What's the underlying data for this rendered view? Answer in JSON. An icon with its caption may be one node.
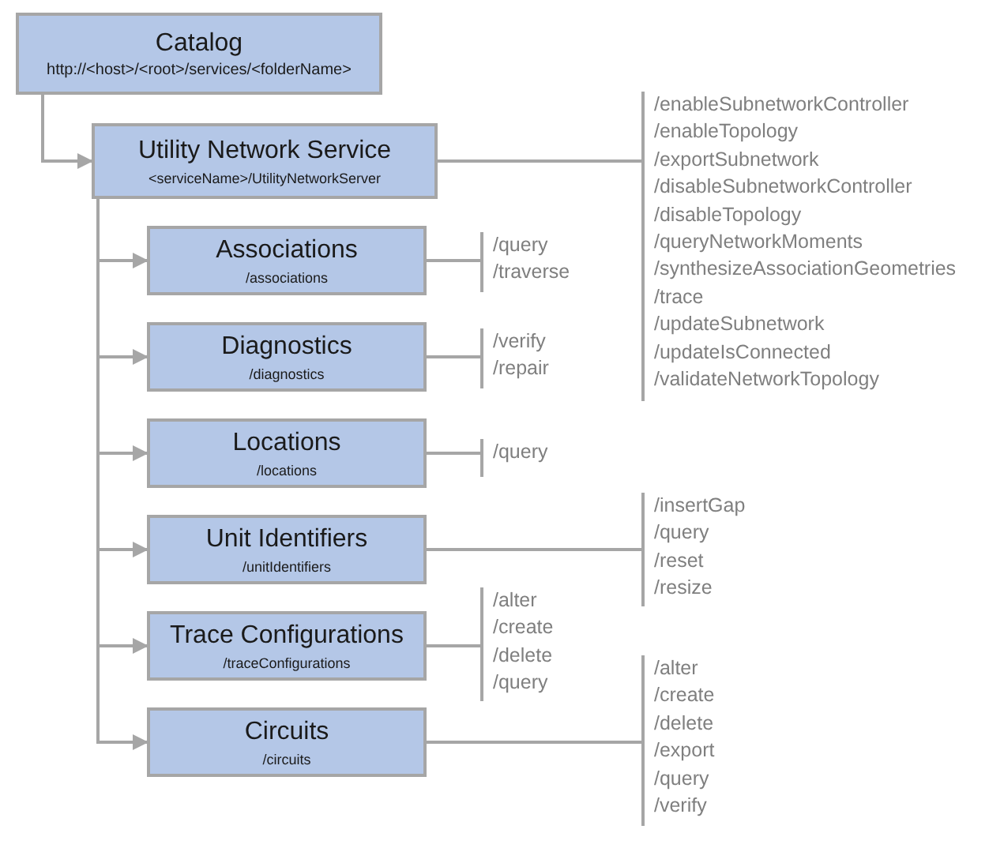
{
  "diagram": {
    "nodes": [
      {
        "text": [
          "Catalog",
          "http://<host>/<root>/services/<folderName>"
        ]
      },
      {
        "text": [
          "Utility Network Service",
          "<serviceName>/UtilityNetworkServer"
        ]
      },
      {
        "text": [
          "Associations",
          "/associations"
        ]
      },
      {
        "text": [
          "Diagnostics",
          "/diagnostics"
        ]
      },
      {
        "text": [
          "Locations",
          "/locations"
        ]
      },
      {
        "text": [
          "Unit Identifiers",
          "/unitIdentifiers"
        ]
      },
      {
        "text": [
          "Trace Configurations",
          "/traceConfigurations"
        ]
      },
      {
        "text": [
          "Circuits",
          "/circuits"
        ]
      },
      {
        "text": [
          "/enableSubnetworkController",
          "/enableTopology",
          "/exportSubnetwork",
          "/disableSubnetworkController",
          "/disableTopology",
          "/queryNetworkMoments",
          "/synthesizeAssociationGeometries",
          "/trace",
          "/updateSubnetwork",
          "/updateIsConnected",
          "/validateNetworkTopology"
        ]
      },
      {
        "text": [
          "/query",
          "/traverse"
        ]
      },
      {
        "text": [
          "/verify",
          "/repair"
        ]
      },
      {
        "text": [
          "/query"
        ]
      },
      {
        "text": [
          "/insertGap",
          "/query",
          "/reset",
          "/resize"
        ]
      },
      {
        "text": [
          "/alter",
          "/create",
          "/delete",
          "/query"
        ]
      },
      {
        "text": [
          "/alter",
          "/create",
          "/delete",
          "/export",
          "/query",
          "/verify"
        ]
      }
    ],
    "edges": [
      {
        "from": 0,
        "to": 1,
        "arrow": "to"
      },
      {
        "from": 1,
        "to": 2,
        "arrow": "to"
      },
      {
        "from": 1,
        "to": 3,
        "arrow": "to"
      },
      {
        "from": 1,
        "to": 4,
        "arrow": "to"
      },
      {
        "from": 1,
        "to": 5,
        "arrow": "to"
      },
      {
        "from": 1,
        "to": 6,
        "arrow": "to"
      },
      {
        "from": 1,
        "to": 7,
        "arrow": "to"
      },
      {
        "from": 1,
        "to": 8,
        "arrow": "none"
      },
      {
        "from": 2,
        "to": 9,
        "arrow": "none"
      },
      {
        "from": 3,
        "to": 10,
        "arrow": "none"
      },
      {
        "from": 4,
        "to": 11,
        "arrow": "none"
      },
      {
        "from": 5,
        "to": 12,
        "arrow": "none"
      },
      {
        "from": 6,
        "to": 13,
        "arrow": "none"
      },
      {
        "from": 7,
        "to": 14,
        "arrow": "none"
      }
    ]
  }
}
